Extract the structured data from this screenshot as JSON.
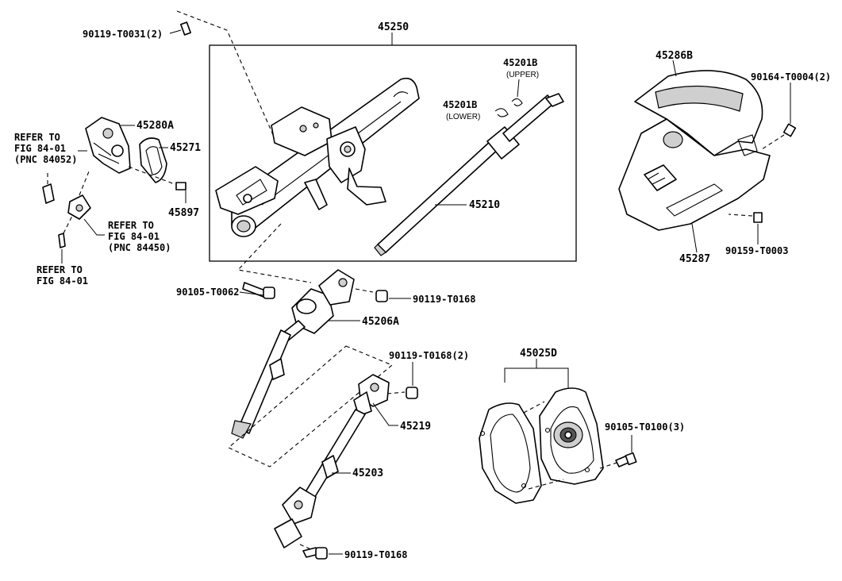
{
  "labels": {
    "l_45250": "45250",
    "l_90119_t0031": "90119-T0031(2)",
    "l_45201b_upper": "45201B",
    "l_upper": "(UPPER)",
    "l_45201b_lower": "45201B",
    "l_lower": "(LOWER)",
    "l_45286b": "45286B",
    "l_90164_t0004": "90164-T0004(2)",
    "l_45280a": "45280A",
    "l_45271": "45271",
    "l_45897": "45897",
    "l_refer1_a": "REFER TO",
    "l_refer1_b": "FIG 84-01",
    "l_refer1_c": "(PNC 84052)",
    "l_refer2_a": "REFER TO",
    "l_refer2_b": "FIG 84-01",
    "l_refer2_c": "(PNC 84450)",
    "l_refer3_a": "REFER TO",
    "l_refer3_b": "FIG 84-01",
    "l_45210": "45210",
    "l_45287": "45287",
    "l_90159_t0003": "90159-T0003",
    "l_90105_t0062": "90105-T0062",
    "l_90119_t0168_a": "90119-T0168",
    "l_45206a": "45206A",
    "l_90119_t0168_2": "90119-T0168(2)",
    "l_45219": "45219",
    "l_45025d": "45025D",
    "l_90105_t0100": "90105-T0100(3)",
    "l_45203": "45203",
    "l_90119_t0168_b": "90119-T0168"
  }
}
